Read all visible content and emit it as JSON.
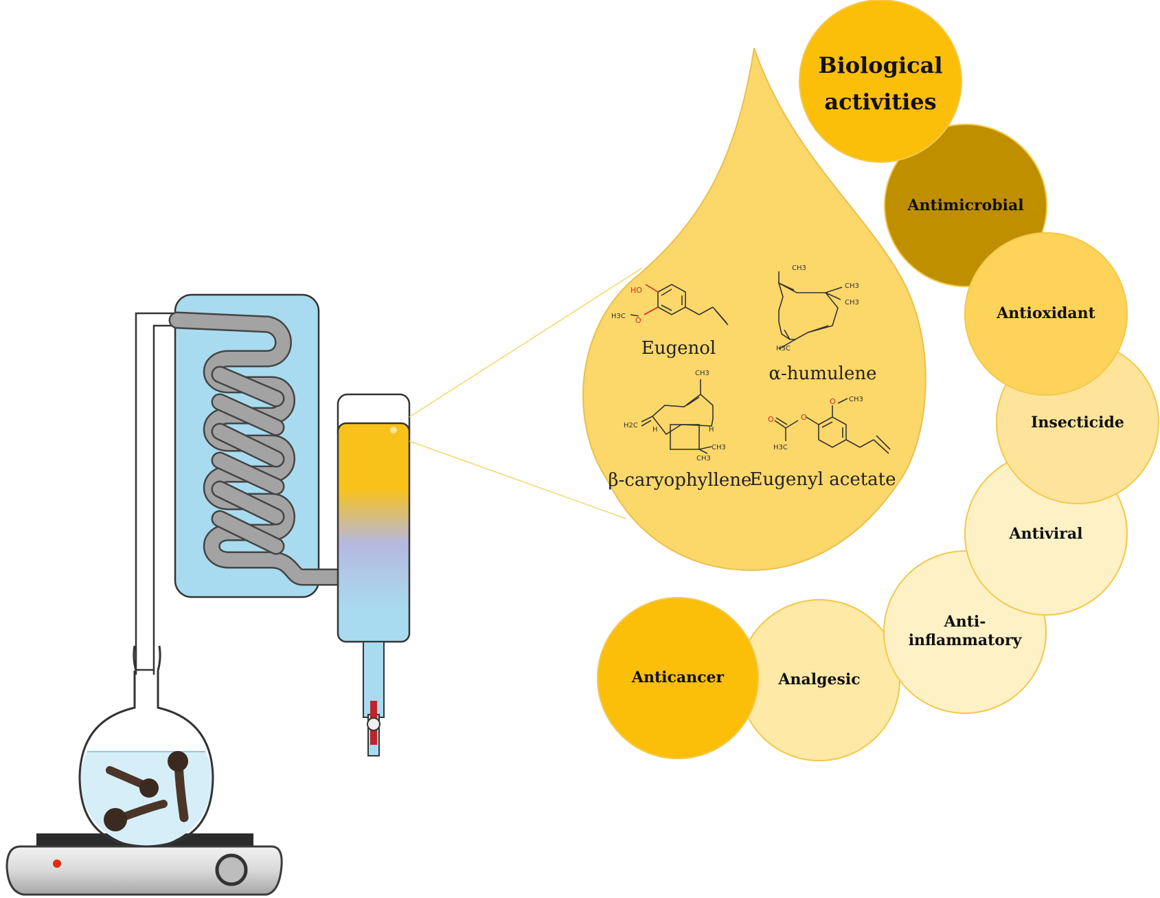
{
  "colors": {
    "drop": "#fcd76a",
    "drop_stroke": "#e9c04a",
    "water": "#a8dbef",
    "coil": "#9d9d9d",
    "title_circle": "#fbbf0a",
    "antimicrobial": "#bf8f00",
    "antioxidant": "#fdd35a",
    "insecticide": "#fee49a",
    "antiviral": "#fff1c6",
    "anti_inflammatory": "#fff1c6",
    "analgesic": "#fee9a6",
    "anticancer": "#fbbf0a"
  },
  "title": {
    "line1": "Biological",
    "line2": "activities"
  },
  "activities": [
    {
      "label": "Antimicrobial"
    },
    {
      "label": "Antioxidant"
    },
    {
      "label": "Insecticide"
    },
    {
      "label": "Antiviral"
    },
    {
      "label": "Anti-",
      "label2": "inflammatory"
    },
    {
      "label": "Analgesic"
    },
    {
      "label": "Anticancer"
    }
  ],
  "compounds": {
    "eugenol": "Eugenol",
    "humulene": "α-humulene",
    "caryophyllene": "β-caryophyllene",
    "eugenyl_acetate": "Eugenyl acetate"
  },
  "atoms": {
    "ho": "HO",
    "o": "O",
    "h3c": "H3C",
    "ch3": "CH3",
    "h2c": "H2C",
    "h": "H"
  },
  "icons": {
    "apparatus": "clevenger-distillation-apparatus-icon",
    "cloves": "clove-buds-icon",
    "hotplate": "hot-plate-icon"
  }
}
